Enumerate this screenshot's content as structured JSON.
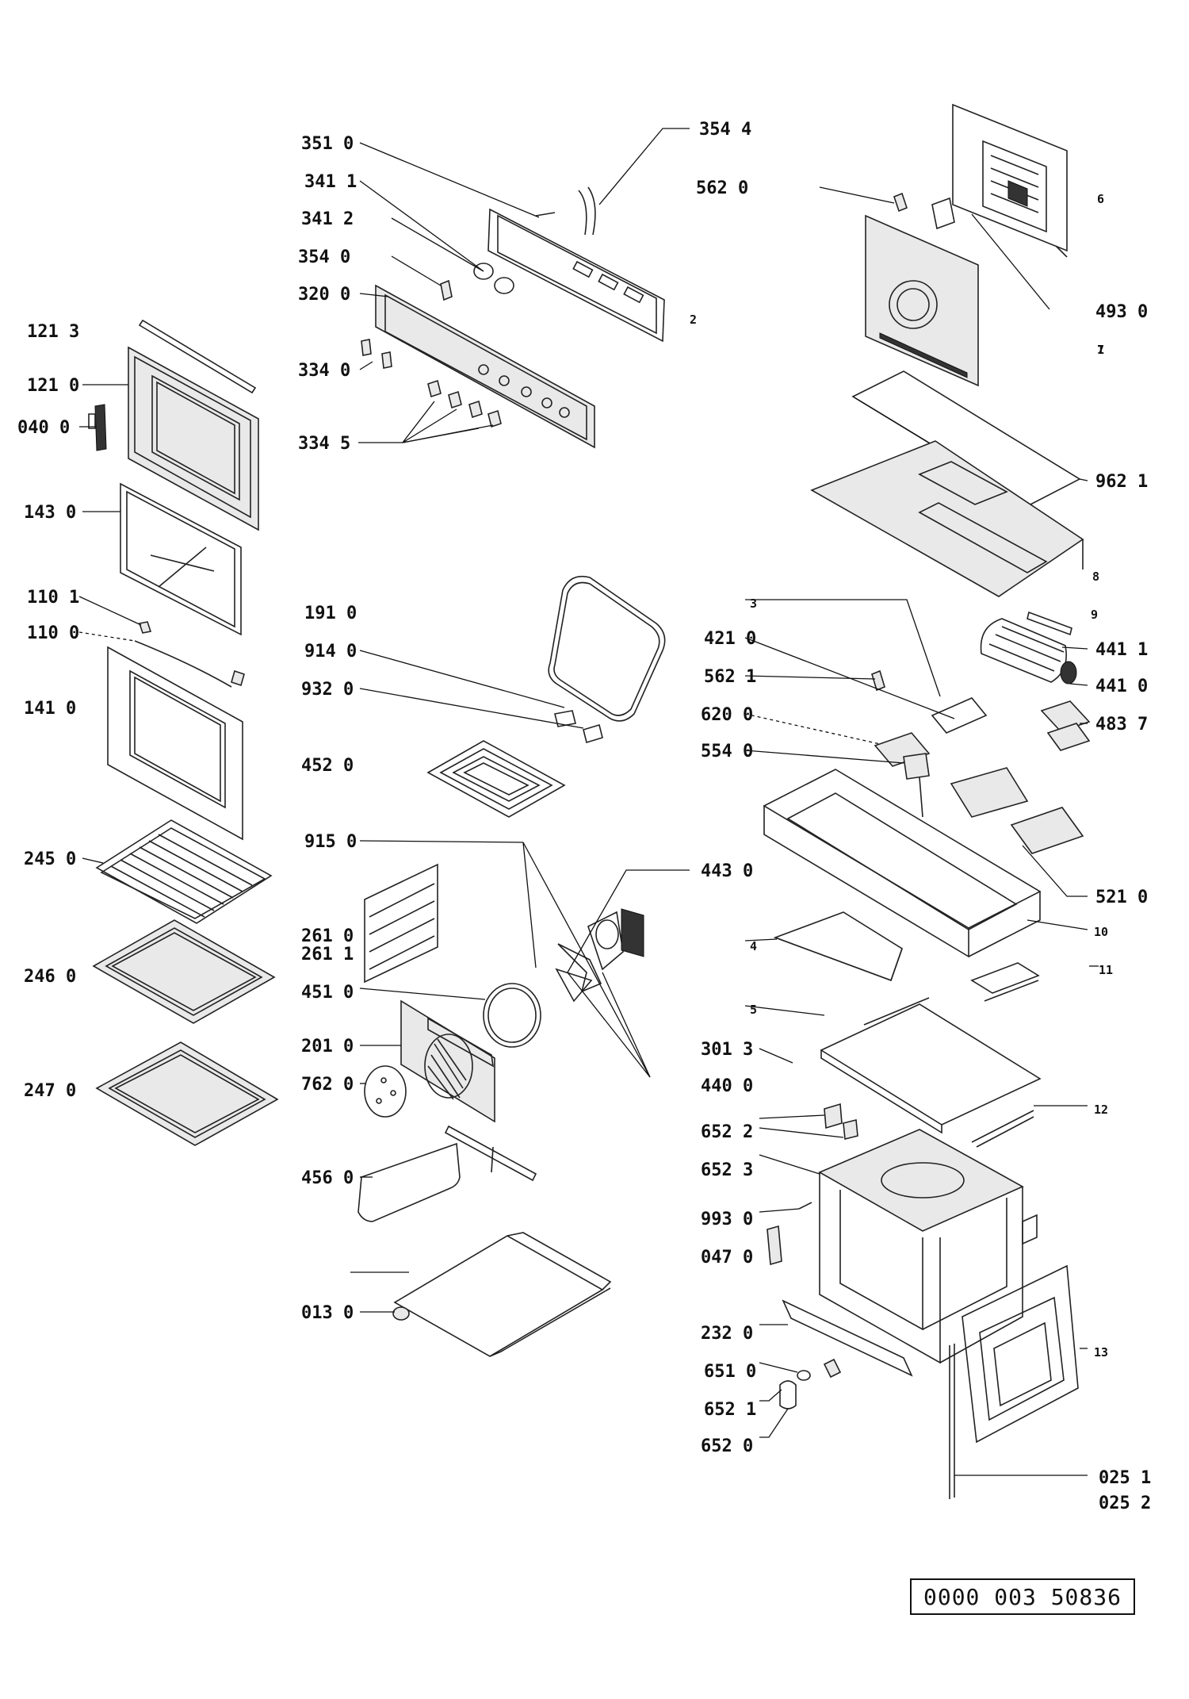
{
  "document_number": "0000 003 50836",
  "labels": [
    {
      "id": "351-0",
      "text": "351 0"
    },
    {
      "id": "341-1",
      "text": "341 1"
    },
    {
      "id": "341-2",
      "text": "341 2"
    },
    {
      "id": "354-0",
      "text": "354 0"
    },
    {
      "id": "320-0",
      "text": "320 0"
    },
    {
      "id": "334-0",
      "text": "334 0"
    },
    {
      "id": "334-5",
      "text": "334 5"
    },
    {
      "id": "354-4",
      "text": "354 4"
    },
    {
      "id": "562-0",
      "text": "562 0"
    },
    {
      "id": "493-0",
      "text": "493 0"
    },
    {
      "id": "962-1",
      "text": "962 1"
    },
    {
      "id": "121-3",
      "text": "121 3"
    },
    {
      "id": "121-0",
      "text": "121 0"
    },
    {
      "id": "040-0",
      "text": "040 0"
    },
    {
      "id": "143-0",
      "text": "143 0"
    },
    {
      "id": "110-1",
      "text": "110 1"
    },
    {
      "id": "110-0",
      "text": "110 0"
    },
    {
      "id": "141-0",
      "text": "141 0"
    },
    {
      "id": "245-0",
      "text": "245 0"
    },
    {
      "id": "246-0",
      "text": "246 0"
    },
    {
      "id": "247-0",
      "text": "247 0"
    },
    {
      "id": "191-0",
      "text": "191 0"
    },
    {
      "id": "914-0",
      "text": "914 0"
    },
    {
      "id": "932-0",
      "text": "932 0"
    },
    {
      "id": "452-0",
      "text": "452 0"
    },
    {
      "id": "915-0",
      "text": "915 0"
    },
    {
      "id": "261-0",
      "text": "261 0"
    },
    {
      "id": "261-1",
      "text": "261 1"
    },
    {
      "id": "451-0",
      "text": "451 0"
    },
    {
      "id": "201-0",
      "text": "201 0"
    },
    {
      "id": "762-0",
      "text": "762 0"
    },
    {
      "id": "456-0",
      "text": "456 0"
    },
    {
      "id": "013-0",
      "text": "013 0"
    },
    {
      "id": "421-0",
      "text": "421 0"
    },
    {
      "id": "562-1",
      "text": "562 1"
    },
    {
      "id": "620-0",
      "text": "620 0"
    },
    {
      "id": "554-0",
      "text": "554 0"
    },
    {
      "id": "441-1",
      "text": "441 1"
    },
    {
      "id": "441-0",
      "text": "441 0"
    },
    {
      "id": "483-7",
      "text": "483 7"
    },
    {
      "id": "443-0",
      "text": "443 0"
    },
    {
      "id": "521-0",
      "text": "521 0"
    },
    {
      "id": "301-3",
      "text": "301 3"
    },
    {
      "id": "440-0",
      "text": "440 0"
    },
    {
      "id": "652-2",
      "text": "652 2"
    },
    {
      "id": "652-3",
      "text": "652 3"
    },
    {
      "id": "993-0",
      "text": "993 0"
    },
    {
      "id": "047-0",
      "text": "047 0"
    },
    {
      "id": "232-0",
      "text": "232 0"
    },
    {
      "id": "651-0",
      "text": "651 0"
    },
    {
      "id": "652-1",
      "text": "652 1"
    },
    {
      "id": "652-0",
      "text": "652 0"
    },
    {
      "id": "025-1",
      "text": "025 1"
    },
    {
      "id": "025-2",
      "text": "025 2"
    }
  ],
  "markers": [
    "1",
    "2",
    "3",
    "4",
    "5",
    "6",
    "7",
    "8",
    "9",
    "10",
    "11",
    "12",
    "13"
  ]
}
